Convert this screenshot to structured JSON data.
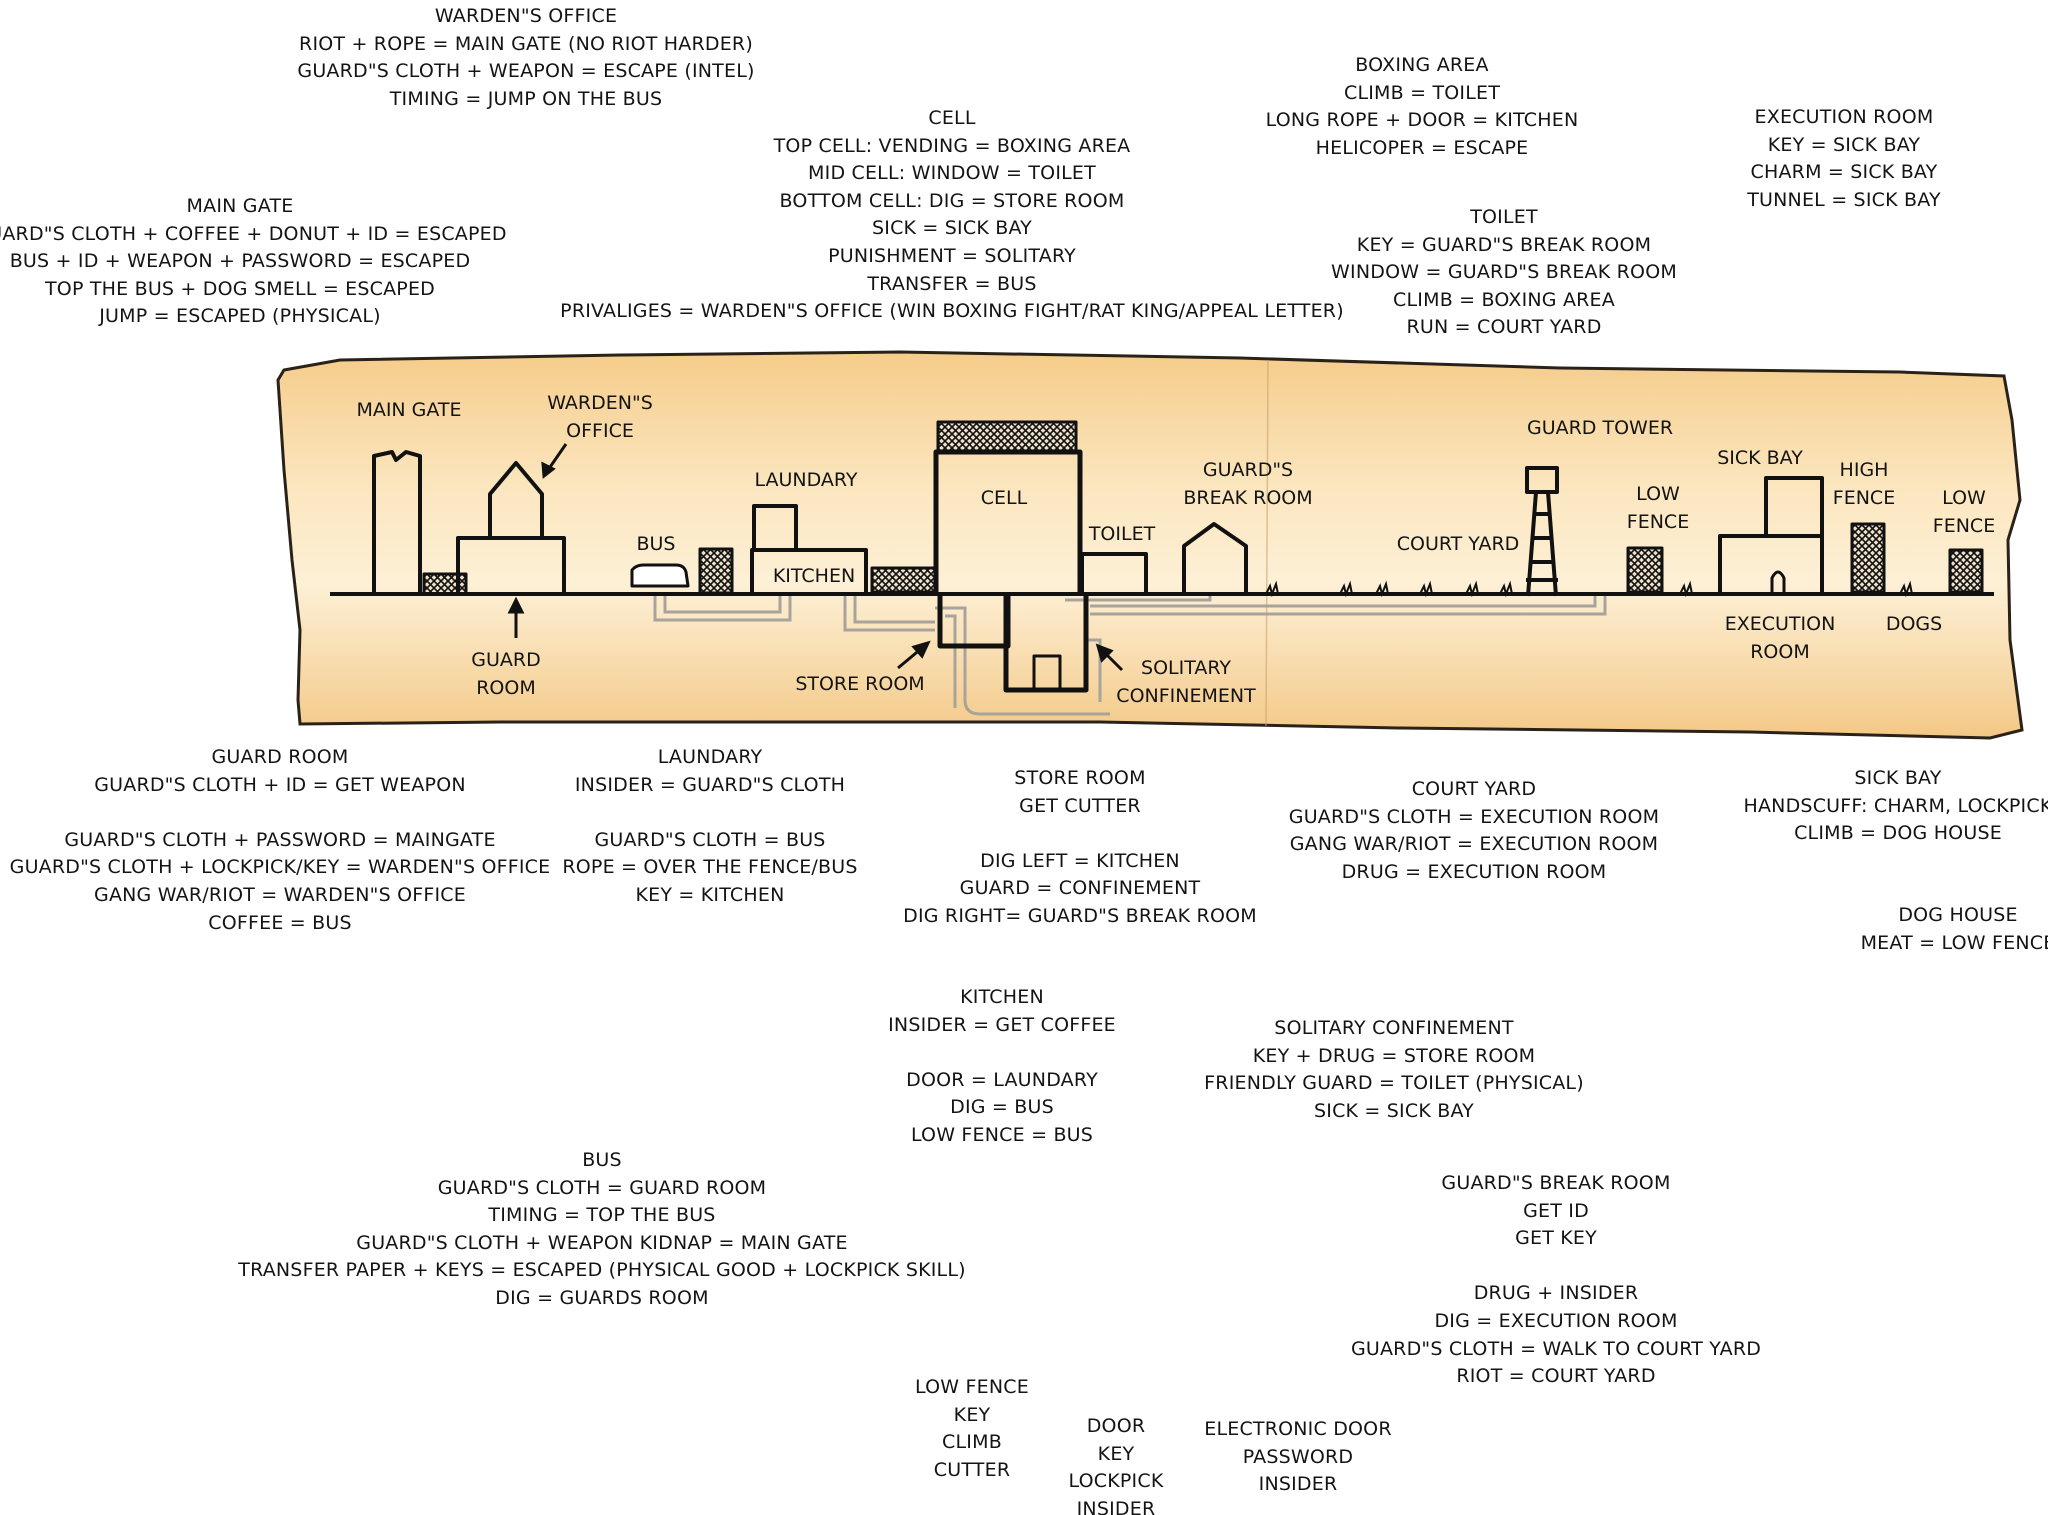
{
  "map": {
    "main_gate": "MAIN GATE",
    "wardens_office": [
      "WARDEN\"S",
      "OFFICE"
    ],
    "guard_room": [
      "GUARD",
      "ROOM"
    ],
    "bus": "BUS",
    "laundry": "LAUNDARY",
    "kitchen": "KITCHEN",
    "cell": "CELL",
    "store_room": "STORE ROOM",
    "toilet": "TOILET",
    "solitary": [
      "SOLITARY",
      "CONFINEMENT"
    ],
    "guards_break_room": [
      "GUARD\"S",
      "BREAK ROOM"
    ],
    "court_yard": "COURT YARD",
    "guard_tower": "GUARD TOWER",
    "low_fence_1": [
      "LOW",
      "FENCE"
    ],
    "sick_bay": "SICK BAY",
    "execution_room": [
      "EXECUTION",
      "ROOM"
    ],
    "high_fence": [
      "HIGH",
      "FENCE"
    ],
    "dogs": "DOGS",
    "low_fence_2": [
      "LOW",
      "FENCE"
    ]
  },
  "notes": [
    {
      "id": "wardens-office-notes",
      "lines": [
        "WARDEN\"S OFFICE",
        "RIOT + ROPE = MAIN GATE (NO RIOT HARDER)",
        "GUARD\"S CLOTH + WEAPON = ESCAPE (INTEL)",
        "TIMING = JUMP ON THE BUS"
      ]
    },
    {
      "id": "main-gate-notes",
      "lines": [
        "MAIN GATE",
        "GUARD\"S CLOTH + COFFEE + DONUT + ID = ESCAPED",
        "BUS + ID + WEAPON + PASSWORD = ESCAPED",
        "TOP THE BUS + DOG SMELL = ESCAPED",
        "JUMP = ESCAPED (PHYSICAL)"
      ]
    },
    {
      "id": "cell-notes",
      "lines": [
        "CELL",
        "TOP CELL: VENDING = BOXING AREA",
        "MID CELL: WINDOW = TOILET",
        "BOTTOM CELL: DIG = STORE ROOM",
        "SICK = SICK BAY",
        "PUNISHMENT = SOLITARY",
        "TRANSFER = BUS",
        "PRIVALIGES = WARDEN\"S OFFICE (WIN BOXING FIGHT/RAT KING/APPEAL LETTER)"
      ]
    },
    {
      "id": "boxing-area-notes",
      "lines": [
        "BOXING AREA",
        "CLIMB = TOILET",
        "LONG ROPE + DOOR = KITCHEN",
        "HELICOPER = ESCAPE"
      ]
    },
    {
      "id": "toilet-notes",
      "lines": [
        "TOILET",
        "KEY = GUARD\"S BREAK ROOM",
        "WINDOW = GUARD\"S BREAK ROOM",
        "CLIMB = BOXING AREA",
        "RUN = COURT YARD"
      ]
    },
    {
      "id": "execution-room-notes",
      "lines": [
        "EXECUTION ROOM",
        "KEY = SICK BAY",
        "CHARM = SICK BAY",
        "TUNNEL = SICK BAY"
      ]
    },
    {
      "id": "guard-room-notes",
      "lines": [
        "GUARD ROOM",
        "GUARD\"S CLOTH + ID = GET WEAPON",
        "",
        "GUARD\"S CLOTH + PASSWORD = MAINGATE",
        "GUARD\"S CLOTH + LOCKPICK/KEY = WARDEN\"S OFFICE",
        "GANG WAR/RIOT = WARDEN\"S OFFICE",
        "COFFEE = BUS"
      ]
    },
    {
      "id": "laundry-notes",
      "lines": [
        "LAUNDARY",
        "INSIDER = GUARD\"S CLOTH",
        "",
        "GUARD\"S CLOTH = BUS",
        "ROPE = OVER THE FENCE/BUS",
        "KEY = KITCHEN"
      ]
    },
    {
      "id": "store-room-notes",
      "lines": [
        "STORE ROOM",
        "GET CUTTER",
        "",
        "DIG LEFT = KITCHEN",
        "GUARD = CONFINEMENT",
        "DIG RIGHT= GUARD\"S BREAK ROOM"
      ]
    },
    {
      "id": "court-yard-notes",
      "lines": [
        "COURT YARD",
        "GUARD\"S CLOTH = EXECUTION ROOM",
        "GANG WAR/RIOT = EXECUTION ROOM",
        "DRUG = EXECUTION ROOM"
      ]
    },
    {
      "id": "sick-bay-notes",
      "lines": [
        "SICK BAY",
        "HANDSCUFF: CHARM, LOCKPICK",
        "CLIMB = DOG HOUSE"
      ]
    },
    {
      "id": "dog-house-notes",
      "lines": [
        "DOG HOUSE",
        "MEAT = LOW FENCE"
      ]
    },
    {
      "id": "kitchen-notes",
      "lines": [
        "KITCHEN",
        "INSIDER = GET COFFEE",
        "",
        "DOOR = LAUNDARY",
        "DIG = BUS",
        "LOW FENCE = BUS"
      ]
    },
    {
      "id": "solitary-notes",
      "lines": [
        "SOLITARY CONFINEMENT",
        "KEY + DRUG = STORE ROOM",
        "FRIENDLY GUARD = TOILET (PHYSICAL)",
        "SICK = SICK BAY"
      ]
    },
    {
      "id": "bus-notes",
      "lines": [
        "BUS",
        "GUARD\"S CLOTH = GUARD ROOM",
        "TIMING = TOP THE BUS",
        "GUARD\"S CLOTH + WEAPON KIDNAP = MAIN GATE",
        "TRANSFER PAPER + KEYS = ESCAPED (PHYSICAL GOOD + LOCKPICK SKILL)",
        "DIG = GUARDS ROOM"
      ]
    },
    {
      "id": "break-room-notes",
      "lines": [
        "GUARD\"S BREAK ROOM",
        "GET ID",
        "GET KEY",
        "",
        "DRUG + INSIDER",
        "DIG = EXECUTION ROOM",
        "GUARD\"S CLOTH = WALK TO COURT YARD",
        "RIOT = COURT YARD"
      ]
    },
    {
      "id": "low-fence-legend",
      "lines": [
        "LOW FENCE",
        "KEY",
        "CLIMB",
        "CUTTER"
      ]
    },
    {
      "id": "door-legend",
      "lines": [
        "DOOR",
        "KEY",
        "LOCKPICK",
        "INSIDER"
      ]
    },
    {
      "id": "electronic-door-legend",
      "lines": [
        "ELECTRONIC DOOR",
        "PASSWORD",
        "INSIDER"
      ]
    }
  ]
}
